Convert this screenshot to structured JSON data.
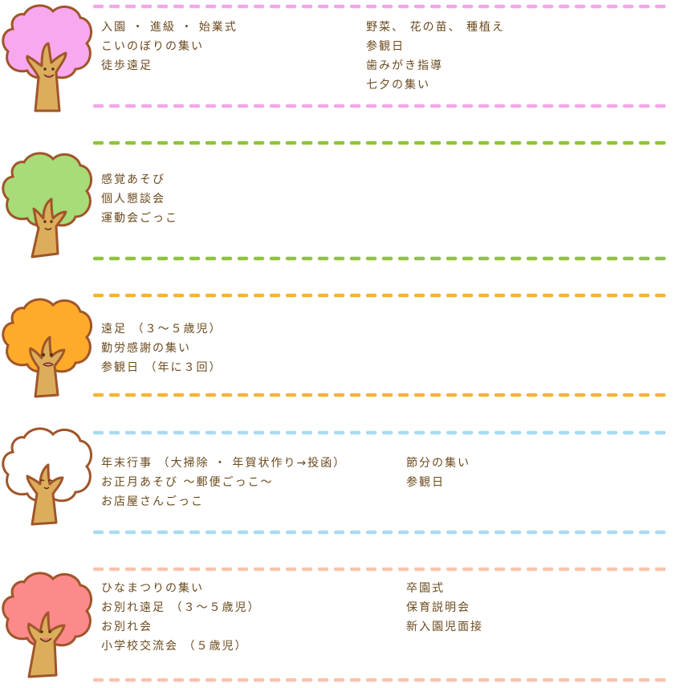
{
  "seasons": [
    {
      "id": "spring",
      "colors": {
        "foliage": "#f8a8ee",
        "line": "#f3a6e8"
      },
      "left_events": [
        "入園 ・ 進級 ・ 始業式",
        "こいのぼりの集い",
        "徒歩遠足"
      ],
      "right_events": [
        "野菜、 花の苗、 種植え",
        "参観日",
        "歯みがき指導",
        "七夕の集い"
      ]
    },
    {
      "id": "summer",
      "colors": {
        "foliage": "#a8dc78",
        "line": "#8fc43b"
      },
      "left_events": [
        "感覚あそび",
        "個人懇談会",
        "運動会ごっこ"
      ],
      "right_events": []
    },
    {
      "id": "autumn",
      "colors": {
        "foliage": "#ffab2a",
        "line": "#f5b436"
      },
      "left_events": [
        "遠足 （３～５歳児）",
        "勤労感謝の集い",
        "参観日 （年に３回）"
      ],
      "right_events": []
    },
    {
      "id": "winter",
      "colors": {
        "foliage": "#ffffff",
        "line": "#a8dbf3"
      },
      "left_events": [
        "年末行事 （大掃除 ・ 年賀状作り→投函）",
        "お正月あそび ～郵便ごっこ～",
        "お店屋さんごっこ"
      ],
      "right_events": [
        "節分の集い",
        "参観日"
      ]
    },
    {
      "id": "early-spring",
      "colors": {
        "foliage": "#fd8a8a",
        "line": "#f9c3ad"
      },
      "left_events": [
        "ひなまつりの集い",
        "お別れ遠足 （３～５歳児）",
        "お別れ会",
        "小学校交流会 （５歳児）"
      ],
      "right_events": [
        "卒園式",
        "保育説明会",
        "新入園児面接"
      ]
    }
  ]
}
